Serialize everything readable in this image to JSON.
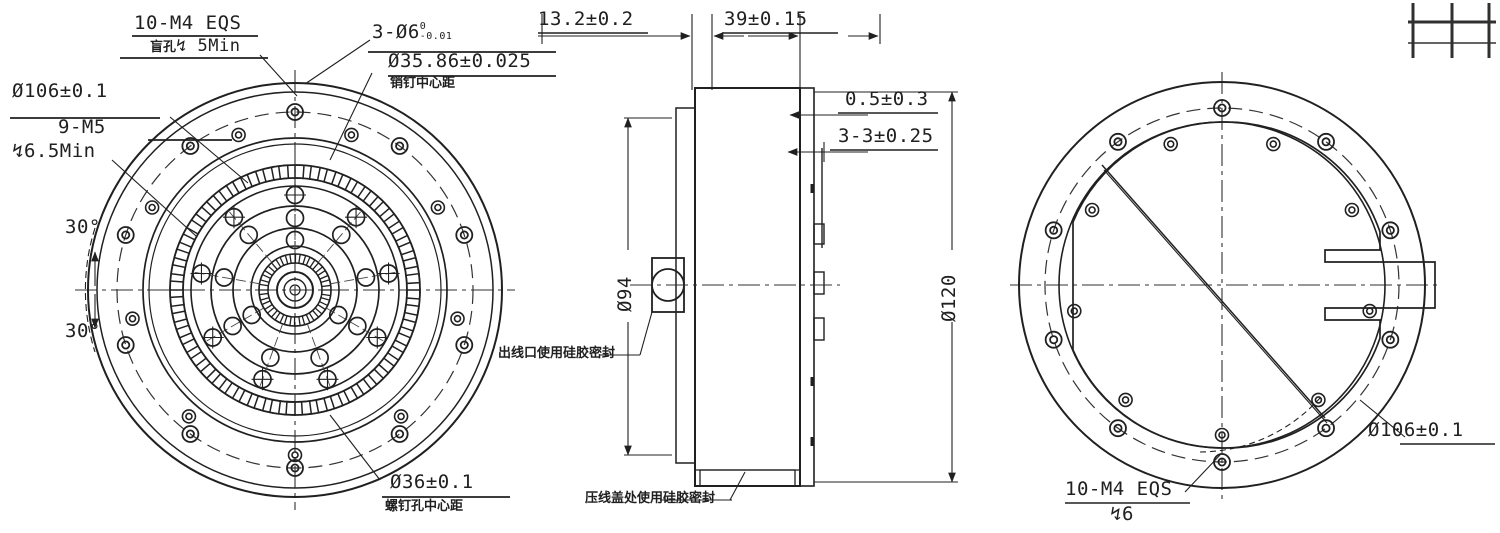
{
  "drawing": {
    "title": "Mechanical assembly drawing - 3 orthographic views",
    "views": [
      {
        "name": "front-view-left",
        "description": "Front face circular plate with bolt circles"
      },
      {
        "name": "section-view-middle",
        "description": "Side sectional elevation"
      },
      {
        "name": "rear-view-right",
        "description": "Rear face circular plate with cable gland"
      }
    ]
  },
  "left_view": {
    "note_10m4": {
      "line1": "10-M4 EQS",
      "line2_cjk": "盲孔",
      "line2_depth": "5Min"
    },
    "note_3dia6": {
      "text": "3-Ø6",
      "tol_upper": "0",
      "tol_lower": "-0.01"
    },
    "note_dia3586": {
      "text": "Ø35.86±0.025",
      "cjk": "销钉中心距"
    },
    "note_dia106": "Ø106±0.1",
    "note_9m5": {
      "line1": "9-M5",
      "line2": "↯6.5Min"
    },
    "angle_upper": "30°",
    "angle_lower": "30°",
    "note_dia36": {
      "text": "Ø36±0.1",
      "cjk": "螺钉孔中心距"
    }
  },
  "middle_view": {
    "dim_132": "13.2±0.2",
    "dim_39": "39±0.15",
    "dim_05": "0.5±0.3",
    "dim_33": "3-3±0.25",
    "dia_94": "Ø94",
    "dia_120": "Ø120",
    "note_wire_outlet_cjk": "出线口使用硅胶密封",
    "note_cover_cjk": "压线盖处使用硅胶密封"
  },
  "right_view": {
    "note_10m4": {
      "line1": "10-M4 EQS",
      "line2": "↯6"
    },
    "note_dia106": "Ø106±0.1"
  },
  "title_block": {
    "cells": [
      "",
      "",
      "",
      "",
      ""
    ]
  },
  "colors": {
    "line": "#202020",
    "thin": "#333333",
    "background": "#ffffff"
  }
}
